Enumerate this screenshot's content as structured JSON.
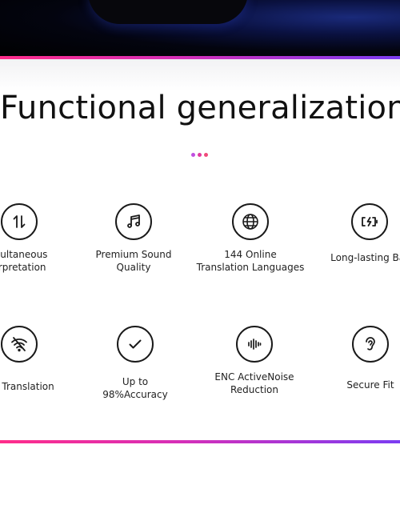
{
  "section_title": "Functional generalization",
  "colors": {
    "accent_pink": "#ff2d8a",
    "accent_purple": "#7b3cf2",
    "dot_1": "#c04fe0",
    "dot_2": "#e03a9e",
    "dot_3": "#f04a7a"
  },
  "features": [
    {
      "icon": "arrows-up-down-icon",
      "line1": "multaneous",
      "line2": "erpretation"
    },
    {
      "icon": "music-note-icon",
      "line1": "Premium Sound",
      "line2": "Quality"
    },
    {
      "icon": "globe-icon",
      "line1": "144 Online",
      "line2": "Translation Languages"
    },
    {
      "icon": "battery-charging-icon",
      "line1": "Long-lasting Bat",
      "line2": ""
    },
    {
      "icon": "wifi-off-icon",
      "line1": "ine Translation",
      "line2": ""
    },
    {
      "icon": "checkmark-icon",
      "line1": "Up to",
      "line2": "98%Accuracy"
    },
    {
      "icon": "sound-wave-icon",
      "line1": "ENC ActiveNoise",
      "line2": "Reduction"
    },
    {
      "icon": "ear-icon",
      "line1": "Secure Fit",
      "line2": ""
    }
  ]
}
